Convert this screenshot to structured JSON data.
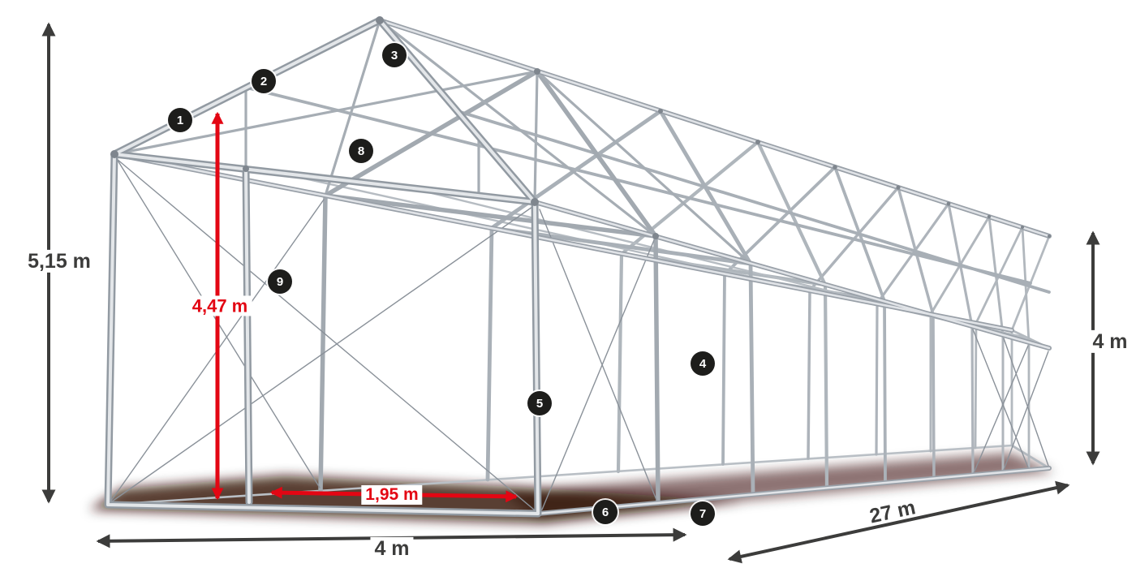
{
  "diagram": {
    "badges": [
      "1",
      "2",
      "3",
      "4",
      "5",
      "6",
      "7",
      "8",
      "9"
    ],
    "dimensions": {
      "total_height": "5,15 m",
      "clearance_height": "4,47 m",
      "passage_width": "1,95 m",
      "front_width": "4 m",
      "side_length": "27 m",
      "side_height": "4 m"
    },
    "colors": {
      "dimension_red": "#e30613",
      "dimension_dark": "#3c3c3b",
      "badge_background": "#1d1d1b",
      "frame_gray": "#a8afb6"
    }
  }
}
